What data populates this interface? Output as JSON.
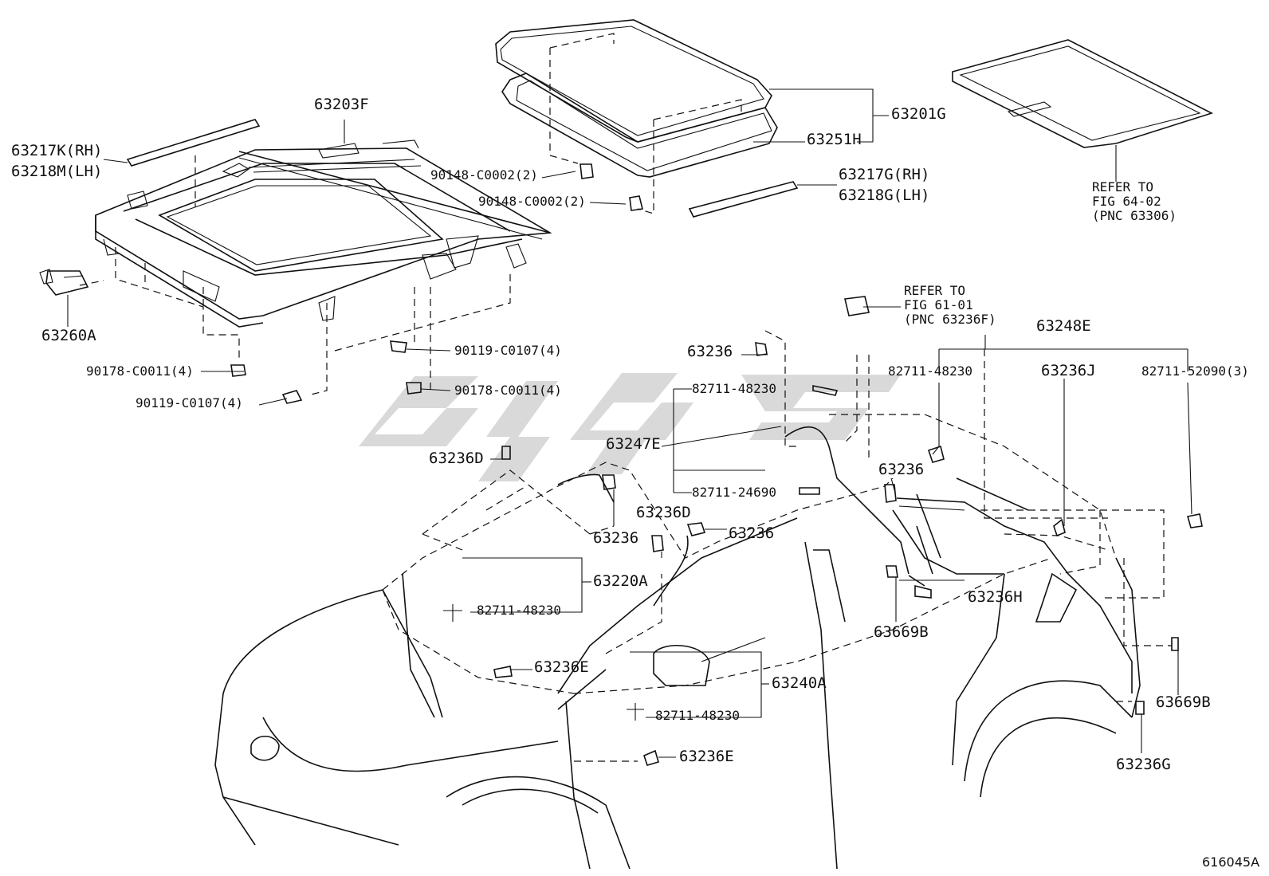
{
  "diagram": {
    "figure_id": "616045A",
    "labels": {
      "p63203F": "63203F",
      "p63217K": "63217K(RH)",
      "p63218M": "63218M(LH)",
      "p63260A": "63260A",
      "p90178_a": "90178-C0011(4)",
      "p90119_a": "90119-C0107(4)",
      "p90119_b": "90119-C0107(4)",
      "p90178_b": "90178-C0011(4)",
      "p90148_a": "90148-C0002(2)",
      "p90148_b": "90148-C0002(2)",
      "p63201G": "63201G",
      "p63251H": "63251H",
      "p63217G": "63217G(RH)",
      "p63218G": "63218G(LH)",
      "ref1_line1": "REFER TO",
      "ref1_line2": "FIG 64-02",
      "ref1_line3": "(PNC 63306)",
      "ref2_line1": "REFER TO",
      "ref2_line2": "FIG 61-01",
      "ref2_line3": "(PNC 63236F)",
      "p63248E": "63248E",
      "p82711_48230_r": "82711-48230",
      "p63236J": "63236J",
      "p82711_52090": "82711-52090(3)",
      "p63236_top": "63236",
      "p82711_48230_t": "82711-48230",
      "p63247E": "63247E",
      "p63236_mid": "63236",
      "p82711_24690": "82711-24690",
      "p63236D_l": "63236D",
      "p63236_l": "63236",
      "p63236D_c": "63236D",
      "p63236_c": "63236",
      "p63220A": "63220A",
      "p82711_48230_l": "82711-48230",
      "p63236E_l": "63236E",
      "p63240A": "63240A",
      "p82711_48230_b": "82711-48230",
      "p63236E_b": "63236E",
      "p63236H": "63236H",
      "p63669B_c": "63669B",
      "p63669B_r": "63669B",
      "p63236G": "63236G"
    }
  }
}
